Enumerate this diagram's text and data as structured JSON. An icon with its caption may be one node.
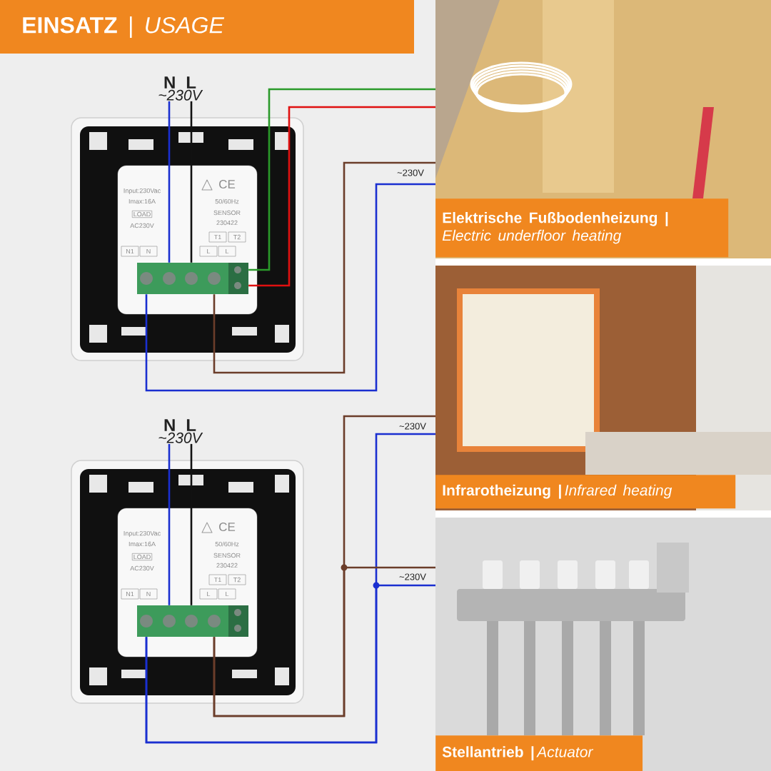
{
  "diagram": {
    "title": "**EINSATZ** | *USAGE*",
    "nodes": [
      {
        "text": [
          "N",
          "L",
          "~230V"
        ]
      },
      {
        "text": [],
        "shape": "box"
      },
      {
        "text": [
          "Elektrische Fußbodenheizung |",
          "Electric underfloor heating"
        ]
      },
      {
        "text": [
          "N",
          "L",
          "~230V"
        ]
      },
      {
        "text": [],
        "shape": "box"
      },
      {
        "text": [
          "Infrarotheizung |",
          "Infrared heating"
        ]
      },
      {
        "text": [
          "Stellantrieb |",
          "Actuator"
        ]
      }
    ],
    "edges": [
      {
        "from": 0,
        "to": 1,
        "arrow": "none",
        "color": "#1a2fd0"
      },
      {
        "from": 0,
        "to": 1,
        "arrow": "none",
        "color": "#111111"
      },
      {
        "from": 1,
        "to": 2,
        "arrow": "none",
        "color": "#2a9a2a"
      },
      {
        "from": 1,
        "to": 2,
        "arrow": "none",
        "color": "#e01010"
      },
      {
        "from": 1,
        "to": 2,
        "arrow": "none",
        "color": "#6b3d2a"
      },
      {
        "from": 1,
        "to": 2,
        "arrow": "none",
        "color": "#1a2fd0",
        "label": "~230V"
      },
      {
        "from": 3,
        "to": 4,
        "arrow": "none",
        "color": "#1a2fd0"
      },
      {
        "from": 3,
        "to": 4,
        "arrow": "none",
        "color": "#111111"
      },
      {
        "from": 4,
        "to": 5,
        "arrow": "none",
        "color": "#6b3d2a"
      },
      {
        "from": 4,
        "to": 5,
        "arrow": "none",
        "color": "#1a2fd0",
        "label": "~230V"
      },
      {
        "from": 4,
        "to": 6,
        "arrow": "none",
        "color": "#6b3d2a"
      },
      {
        "from": 4,
        "to": 6,
        "arrow": "none",
        "color": "#1a2fd0",
        "label": "~230V"
      }
    ],
    "labels": [
      "CE",
      "Input:230Vac",
      "Imax:16A",
      "50/60Hz",
      "LOAD",
      "SENSOR",
      "AC230V",
      "230422",
      "T1",
      "T2",
      "N1",
      "N",
      "L",
      "L",
      "CE",
      "Input:230Vac",
      "Imax:16A",
      "50/60Hz",
      "LOAD",
      "SENSOR",
      "AC230V",
      "230422",
      "T1",
      "T2",
      "N1",
      "N",
      "L",
      "L"
    ]
  }
}
